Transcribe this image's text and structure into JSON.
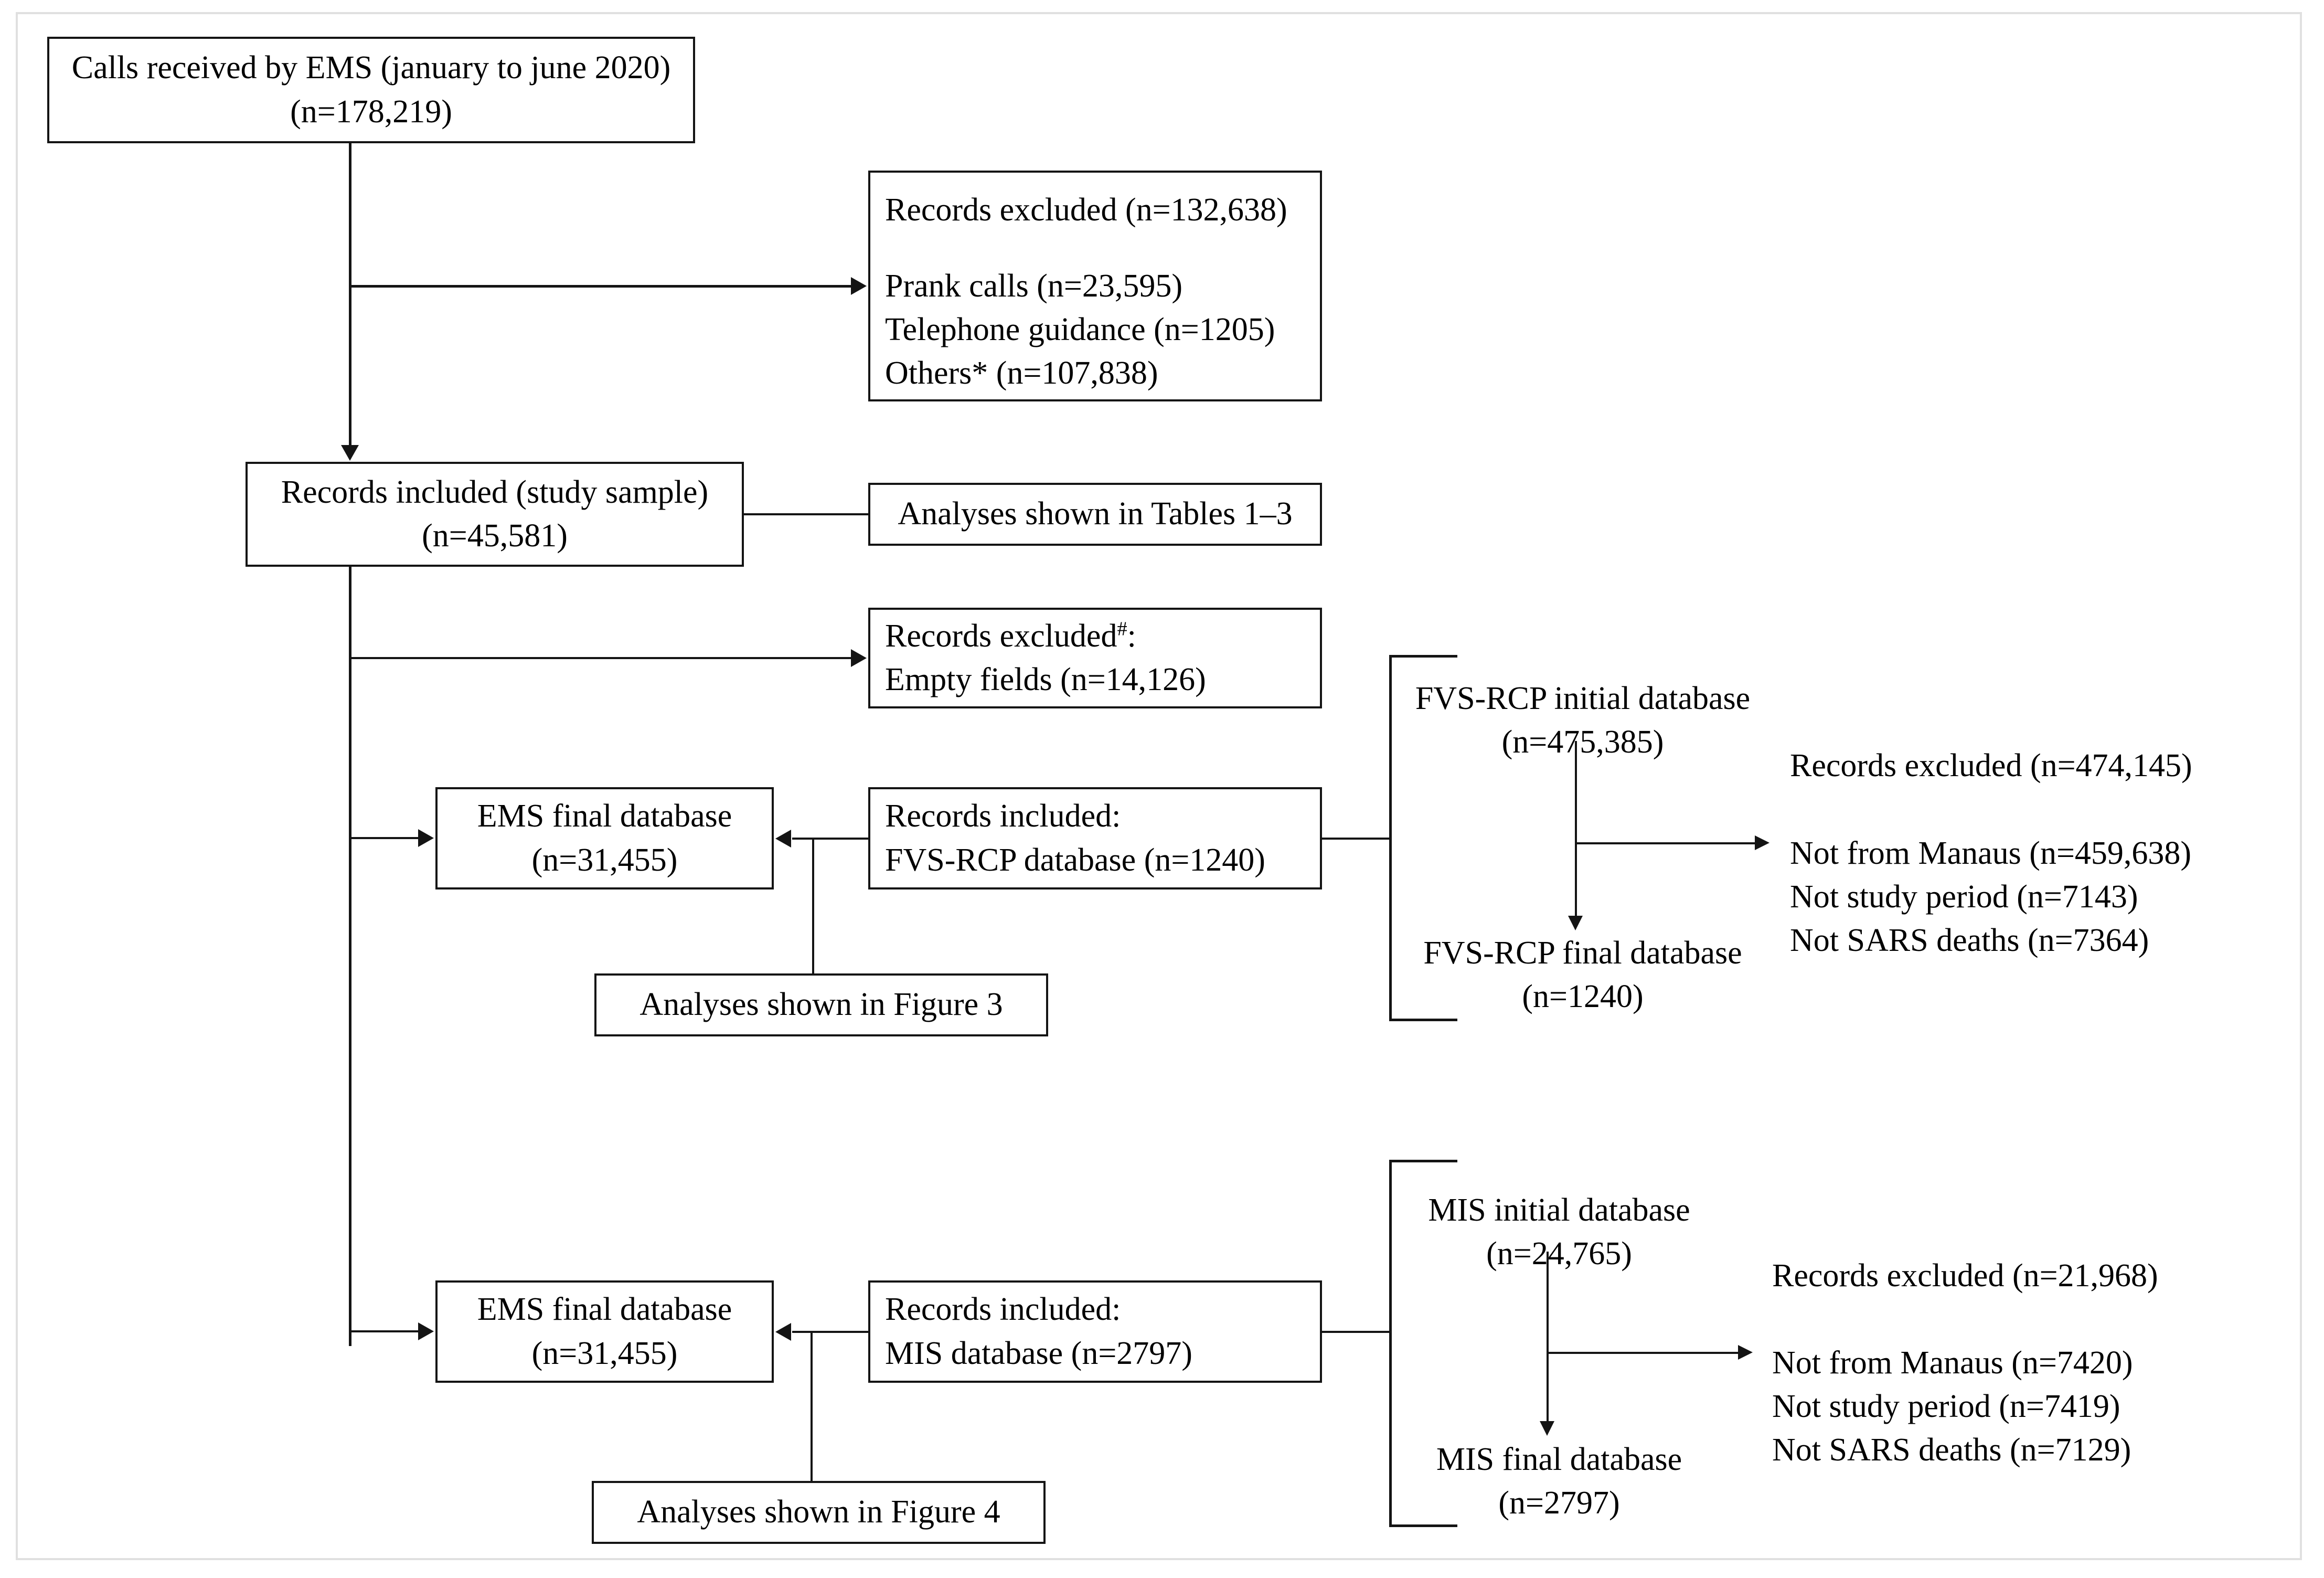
{
  "figure": {
    "type": "flowchart",
    "title": "Study flow diagram of EMS calls, FVS-RCP and MIS databases"
  },
  "nodes": {
    "calls_received": {
      "line1": "Calls received by EMS (january to june 2020)",
      "line2": "(n=178,219)"
    },
    "records_excluded_top": {
      "line1": "Records excluded (n=132,638)",
      "line2": "Prank calls (n=23,595)",
      "line3": "Telephone guidance (n=1205)",
      "line4": "Others* (n=107,838)"
    },
    "records_included_sample": {
      "line1": "Records included (study sample)",
      "line2": "(n=45,581)"
    },
    "analyses_tables": {
      "line1": "Analyses shown in Tables 1–3"
    },
    "records_excluded_empty": {
      "line1_pre": "Records excluded",
      "line1_sup": "#",
      "line1_post": ":",
      "line2": "Empty fields (n=14,126)"
    },
    "ems_final_top": {
      "line1": "EMS final database",
      "line2": "(n=31,455)"
    },
    "records_included_fvs": {
      "line1": "Records included:",
      "line2": "FVS-RCP  database (n=1240)"
    },
    "analyses_figure3": {
      "line1": "Analyses shown in Figure 3"
    },
    "ems_final_bottom": {
      "line1": "EMS final database",
      "line2": "(n=31,455)"
    },
    "records_included_mis": {
      "line1": "Records included:",
      "line2": "MIS database (n=2797)"
    },
    "analyses_figure4": {
      "line1": "Analyses shown in Figure 4"
    }
  },
  "labels": {
    "fvs_initial": {
      "line1": "FVS-RCP initial  database",
      "line2": "(n=475,385)"
    },
    "fvs_final": {
      "line1": "FVS-RCP final  database",
      "line2": "(n=1240)"
    },
    "fvs_excluded_total": {
      "line1": "Records excluded (n=474,145)"
    },
    "fvs_excluded_reasons": {
      "line1": "Not from Manaus (n=459,638)",
      "line2": "Not study period (n=7143)",
      "line3": "Not SARS deaths (n=7364)"
    },
    "mis_initial": {
      "line1": "MIS initial  database",
      "line2": "(n=24,765)"
    },
    "mis_final": {
      "line1": "MIS final database",
      "line2": "(n=2797)"
    },
    "mis_excluded_total": {
      "line1": "Records excluded (n=21,968)"
    },
    "mis_excluded_reasons": {
      "line1": "Not from Manaus (n=7420)",
      "line2": "Not study period (n=7419)",
      "line3": "Not SARS deaths (n=7129)"
    }
  },
  "colors": {
    "stroke": "#141414",
    "background": "#ffffff",
    "frame": "#e0e0e0"
  }
}
